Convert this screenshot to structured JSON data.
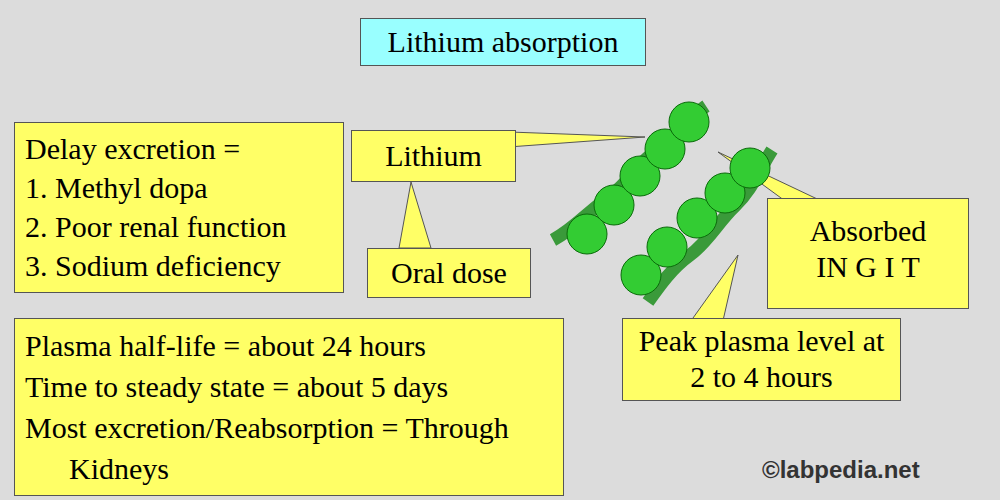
{
  "diagram": {
    "nodes": [
      {
        "text": [
          "Lithium absorption"
        ]
      },
      {
        "text": [
          "Delay excretion =",
          "1. Methyl dopa",
          "2. Poor renal function",
          "3. Sodium deficiency"
        ]
      },
      {
        "text": [
          "Lithium"
        ]
      },
      {
        "text": [
          "Oral dose"
        ]
      },
      {
        "text": [
          "Absorbed IN G I T"
        ]
      },
      {
        "text": [
          "Plasma half-life = about 24 hours",
          "Time to steady state = about 5 days",
          "Most excretion/Reabsorption = Through Kidneys"
        ]
      },
      {
        "text": [
          "Peak plasma level at 2 to 4 hours"
        ]
      }
    ],
    "edges": [
      {
        "from": 3,
        "to": 2,
        "arrow": "none"
      }
    ],
    "labels": [
      "©labpedia.net"
    ]
  }
}
